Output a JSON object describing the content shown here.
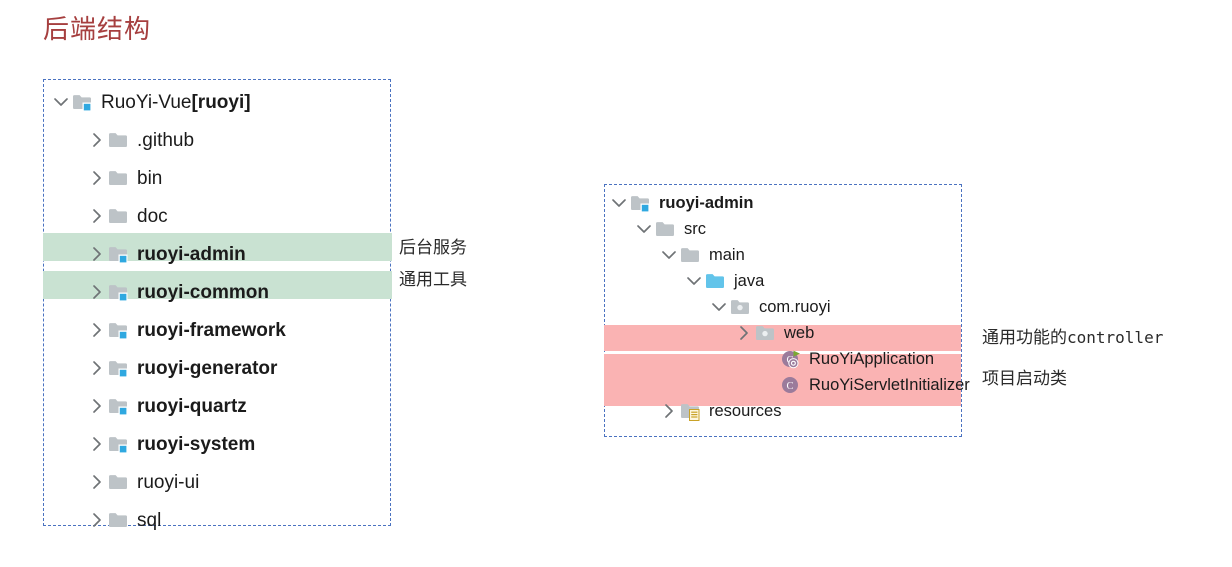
{
  "title": "后端结构",
  "colors": {
    "title": "#a63f3f",
    "panel_border": "#4a72c0",
    "highlight_green": "#c9e2d2",
    "highlight_pink": "#fab3b3",
    "folder_gray": "#bdc3c7",
    "folder_badge_blue": "#2fa8e0",
    "folder_java_blue": "#62c4ea",
    "class_icon_purple": "#9b7b9b",
    "run_arrow_green": "#7aa832",
    "text": "#1b1b1b"
  },
  "left_tree": {
    "name": "RuoYi-Vue project tree",
    "rows": [
      {
        "label": "RuoYi-Vue ",
        "suffix": "[ruoyi]",
        "indent": 0,
        "twisty": "chevron-down",
        "icon": "folder-module",
        "bold": false,
        "suffix_bold": true,
        "highlight": "none"
      },
      {
        "label": ".github",
        "indent": 1,
        "twisty": "chevron-right",
        "icon": "folder-plain",
        "bold": false,
        "highlight": "none"
      },
      {
        "label": "bin",
        "indent": 1,
        "twisty": "chevron-right",
        "icon": "folder-plain",
        "bold": false,
        "highlight": "none"
      },
      {
        "label": "doc",
        "indent": 1,
        "twisty": "chevron-right",
        "icon": "folder-plain",
        "bold": false,
        "highlight": "none"
      },
      {
        "label": "ruoyi-admin",
        "indent": 1,
        "twisty": "chevron-right",
        "icon": "folder-module",
        "bold": true,
        "highlight": "green"
      },
      {
        "label": "ruoyi-common",
        "indent": 1,
        "twisty": "chevron-right",
        "icon": "folder-module",
        "bold": true,
        "highlight": "green"
      },
      {
        "label": "ruoyi-framework",
        "indent": 1,
        "twisty": "chevron-right",
        "icon": "folder-module",
        "bold": true,
        "highlight": "none"
      },
      {
        "label": "ruoyi-generator",
        "indent": 1,
        "twisty": "chevron-right",
        "icon": "folder-module",
        "bold": true,
        "highlight": "none"
      },
      {
        "label": "ruoyi-quartz",
        "indent": 1,
        "twisty": "chevron-right",
        "icon": "folder-module",
        "bold": true,
        "highlight": "none"
      },
      {
        "label": "ruoyi-system",
        "indent": 1,
        "twisty": "chevron-right",
        "icon": "folder-module",
        "bold": true,
        "highlight": "none"
      },
      {
        "label": "ruoyi-ui",
        "indent": 1,
        "twisty": "chevron-right",
        "icon": "folder-plain",
        "bold": false,
        "highlight": "none"
      },
      {
        "label": "sql",
        "indent": 1,
        "twisty": "chevron-right",
        "icon": "folder-plain",
        "bold": false,
        "highlight": "none"
      }
    ]
  },
  "left_annotations": [
    {
      "text": "后台服务",
      "for": "ruoyi-admin"
    },
    {
      "text": "通用工具",
      "for": "ruoyi-common"
    }
  ],
  "right_tree": {
    "name": "ruoyi-admin module tree",
    "rows": [
      {
        "label": "ruoyi-admin",
        "indent": 0,
        "twisty": "chevron-down",
        "icon": "folder-module",
        "bold": true,
        "highlight": "none"
      },
      {
        "label": "src",
        "indent": 1,
        "twisty": "chevron-down",
        "icon": "folder-plain",
        "bold": false,
        "highlight": "none"
      },
      {
        "label": "main",
        "indent": 2,
        "twisty": "chevron-down",
        "icon": "folder-plain",
        "bold": false,
        "highlight": "none"
      },
      {
        "label": "java",
        "indent": 3,
        "twisty": "chevron-down",
        "icon": "folder-source",
        "bold": false,
        "highlight": "none"
      },
      {
        "label": "com.ruoyi",
        "indent": 4,
        "twisty": "chevron-down",
        "icon": "folder-package",
        "bold": false,
        "highlight": "none"
      },
      {
        "label": "web",
        "indent": 5,
        "twisty": "chevron-right",
        "icon": "folder-package",
        "bold": false,
        "highlight": "pink"
      },
      {
        "label": "RuoYiApplication",
        "indent": 6,
        "twisty": "none",
        "icon": "class-runnable",
        "bold": false,
        "highlight": "pink"
      },
      {
        "label": "RuoYiServletInitializer",
        "indent": 6,
        "twisty": "none",
        "icon": "class",
        "bold": false,
        "highlight": "pink"
      },
      {
        "label": "resources",
        "indent": 2,
        "twisty": "chevron-right",
        "icon": "folder-resources",
        "bold": false,
        "highlight": "none"
      }
    ]
  },
  "right_annotations": [
    {
      "text_cn": "通用功能的",
      "text_mono": "controller",
      "for": "web"
    },
    {
      "text_cn": "项目启动类",
      "text_mono": "",
      "for": "RuoYiApplication"
    }
  ]
}
